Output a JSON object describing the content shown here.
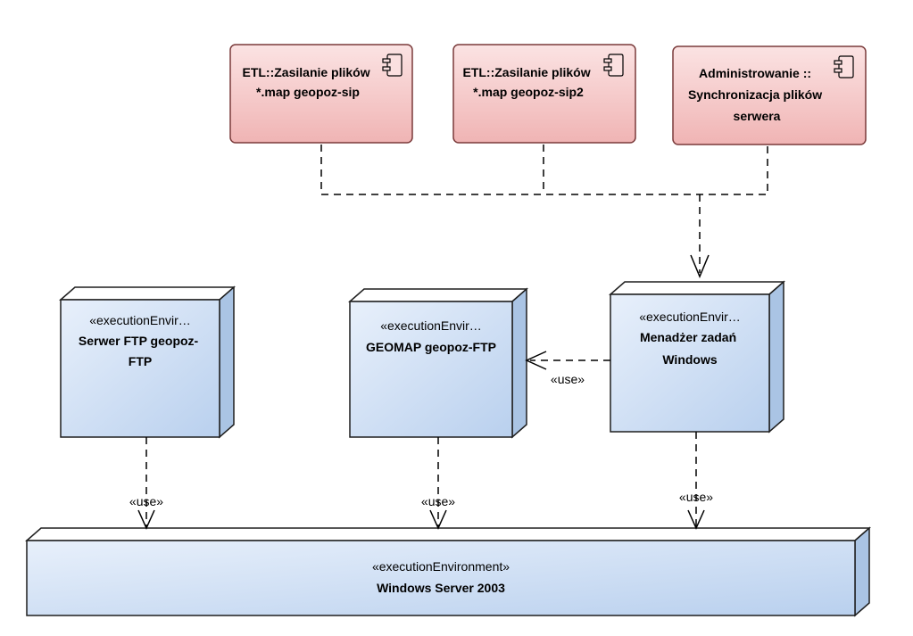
{
  "components": [
    {
      "id": "etl-sip",
      "lines": [
        "ETL::Zasilanie plików",
        "*.map geopoz-sip"
      ],
      "icon": "component-icon"
    },
    {
      "id": "etl-sip2",
      "lines": [
        "ETL::Zasilanie plików",
        "*.map geopoz-sip2"
      ],
      "icon": "component-icon"
    },
    {
      "id": "admin-sync",
      "lines": [
        "Administrowanie ::",
        "Synchronizacja plików",
        "serwera"
      ],
      "icon": "component-icon"
    }
  ],
  "nodes": {
    "ftp": {
      "stereotype": "«executionEnvir…",
      "lines": [
        "Serwer FTP geopoz-",
        "FTP"
      ]
    },
    "geomap": {
      "stereotype": "«executionEnvir…",
      "lines": [
        "GEOMAP geopoz-FTP"
      ]
    },
    "manager": {
      "stereotype": "«executionEnvir…",
      "lines": [
        "Menadżer zadań",
        "Windows"
      ]
    },
    "server": {
      "stereotype": "«executionEnvironment»",
      "lines": [
        "Windows Server 2003"
      ]
    }
  },
  "connectors": {
    "use_label": "«use»"
  },
  "colors": {
    "component_fill_top": "#fbe3e3",
    "component_fill_bottom": "#f0b4b4",
    "node_fill_light": "#e8f0fb",
    "node_fill_dark": "#b9d0ee"
  }
}
